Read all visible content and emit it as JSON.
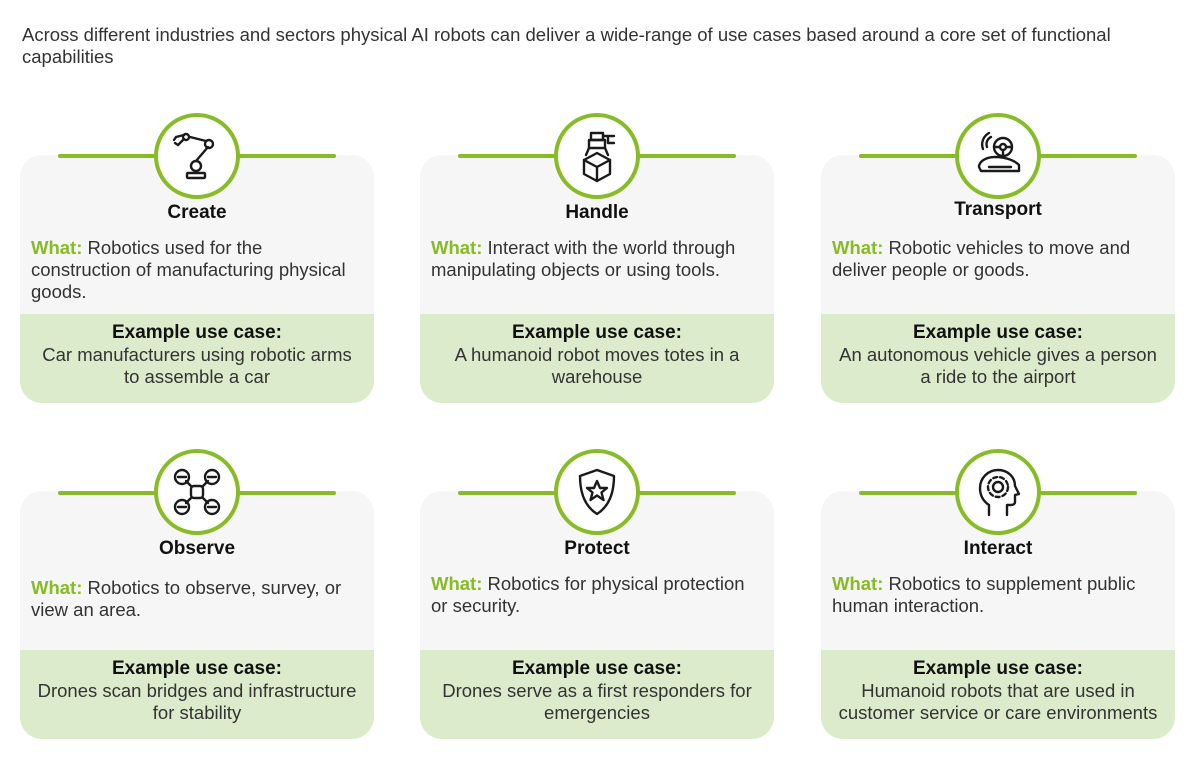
{
  "intro": "Across different industries and sectors physical AI robots can deliver a wide-range of use cases based around a core set of functional capabilities",
  "what_label": "What:",
  "example_label": "Example use case:",
  "accent_color": "#86bc25",
  "example_bg": "#dcebcb",
  "cards": [
    {
      "icon": "robot-arm-icon",
      "title": "Create",
      "what": "Robotics used for the construction of manufacturing physical goods.",
      "example": "Car manufacturers using robotic arms to assemble a car"
    },
    {
      "icon": "gripper-box-icon",
      "title": "Handle",
      "what": "Interact with the world through manipulating objects or using tools.",
      "example": "A humanoid robot moves totes in a warehouse"
    },
    {
      "icon": "autonomous-car-icon",
      "title": "Transport",
      "what": "Robotic vehicles to move and deliver people or goods.",
      "example": "An autonomous vehicle gives a person a ride to the airport"
    },
    {
      "icon": "drone-icon",
      "title": "Observe",
      "what": "Robotics to observe, survey, or view an area.",
      "example": "Drones scan bridges and infrastructure for stability"
    },
    {
      "icon": "shield-star-icon",
      "title": "Protect",
      "what": "Robotics for physical protection or security.",
      "example": "Drones serve as a first responders for emergencies"
    },
    {
      "icon": "head-gear-icon",
      "title": "Interact",
      "what": "Robotics to supplement public human interaction.",
      "example": "Humanoid robots that are used in customer service or care environments"
    }
  ]
}
